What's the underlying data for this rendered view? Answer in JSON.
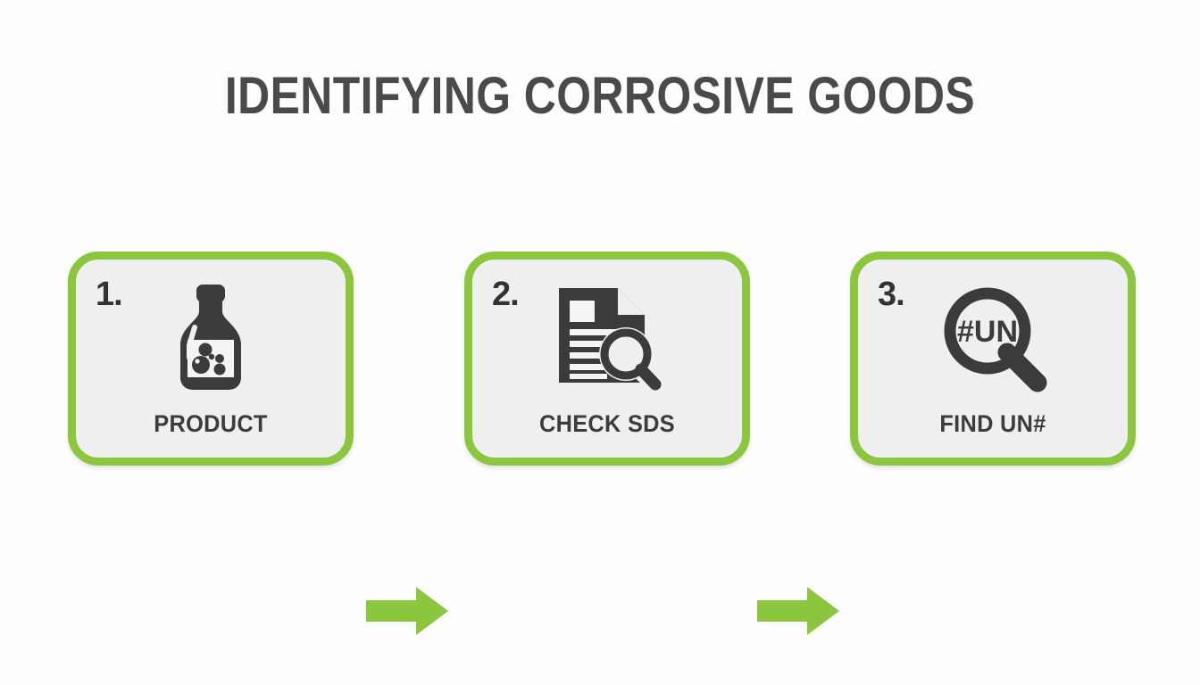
{
  "page": {
    "background_color": "#fdfdfd",
    "title": "IDENTIFYING CORROSIVE GOODS",
    "title_color": "#4a4a4a"
  },
  "theme": {
    "accent_green": "#8cc63f",
    "card_fill": "#efefef",
    "icon_dark": "#3b3b3b",
    "text_dark": "#3c3c3c"
  },
  "flow": {
    "steps": [
      {
        "number": "1.",
        "label": "PRODUCT",
        "icon": "bottle-icon"
      },
      {
        "number": "2.",
        "label": "CHECK SDS",
        "icon": "document-search-icon"
      },
      {
        "number": "3.",
        "label": "FIND UN#",
        "icon": "magnifier-un-icon",
        "icon_text": "#UN"
      }
    ],
    "connectors": [
      {
        "name": "arrow-right-1",
        "direction": "right"
      },
      {
        "name": "arrow-right-2",
        "direction": "right"
      }
    ]
  }
}
